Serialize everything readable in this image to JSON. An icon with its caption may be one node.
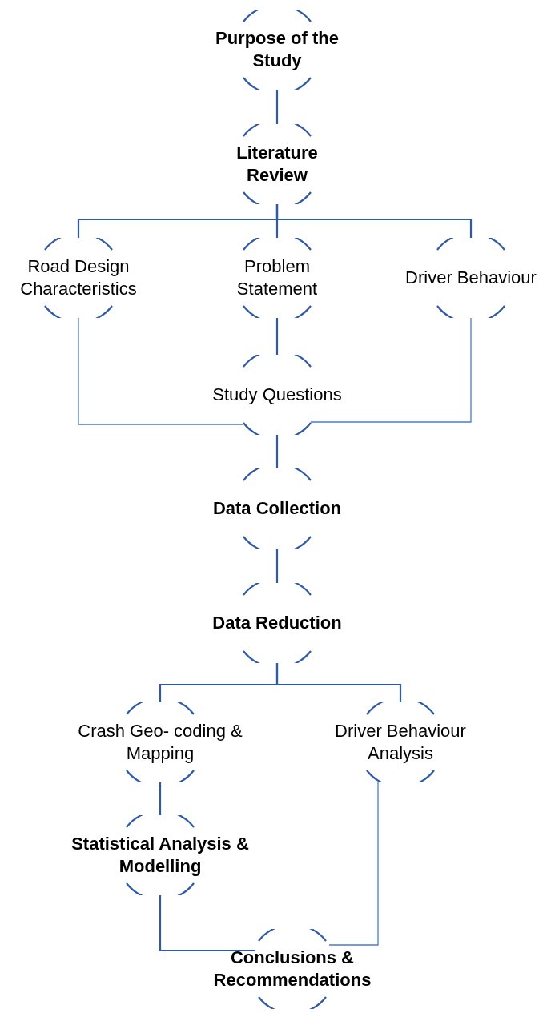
{
  "diagram": {
    "nodes": [
      {
        "text": [
          "Purpose of the Study"
        ]
      },
      {
        "text": [
          "Literature Review"
        ]
      },
      {
        "text": [
          "Road Design Characteristics"
        ]
      },
      {
        "text": [
          "Problem Statement"
        ]
      },
      {
        "text": [
          "Driver Behaviour"
        ]
      },
      {
        "text": [
          "Study Questions"
        ]
      },
      {
        "text": [
          "Data Collection"
        ]
      },
      {
        "text": [
          "Data Reduction"
        ]
      },
      {
        "text": [
          "Crash Geo- coding & Mapping"
        ]
      },
      {
        "text": [
          "Driver Behaviour Analysis"
        ]
      },
      {
        "text": [
          "Statistical Analysis & Modelling"
        ]
      },
      {
        "text": [
          "Conclusions & Recommendations"
        ]
      }
    ],
    "edges": [
      {
        "from": 0,
        "to": 1,
        "arrow": "none"
      },
      {
        "from": 1,
        "to": 2,
        "arrow": "none"
      },
      {
        "from": 1,
        "to": 3,
        "arrow": "none"
      },
      {
        "from": 1,
        "to": 4,
        "arrow": "none"
      },
      {
        "from": 3,
        "to": 5,
        "arrow": "none"
      },
      {
        "from": 2,
        "to": 5,
        "arrow": "none",
        "color": "#4a7bd1"
      },
      {
        "from": 4,
        "to": 5,
        "arrow": "none",
        "color": "#4a7bd1"
      },
      {
        "from": 5,
        "to": 6,
        "arrow": "none"
      },
      {
        "from": 6,
        "to": 7,
        "arrow": "none"
      },
      {
        "from": 7,
        "to": 8,
        "arrow": "none"
      },
      {
        "from": 7,
        "to": 9,
        "arrow": "none"
      },
      {
        "from": 8,
        "to": 10,
        "arrow": "none"
      },
      {
        "from": 10,
        "to": 11,
        "arrow": "none"
      },
      {
        "from": 9,
        "to": 11,
        "arrow": "none",
        "color": "#4a7bd1"
      }
    ]
  }
}
